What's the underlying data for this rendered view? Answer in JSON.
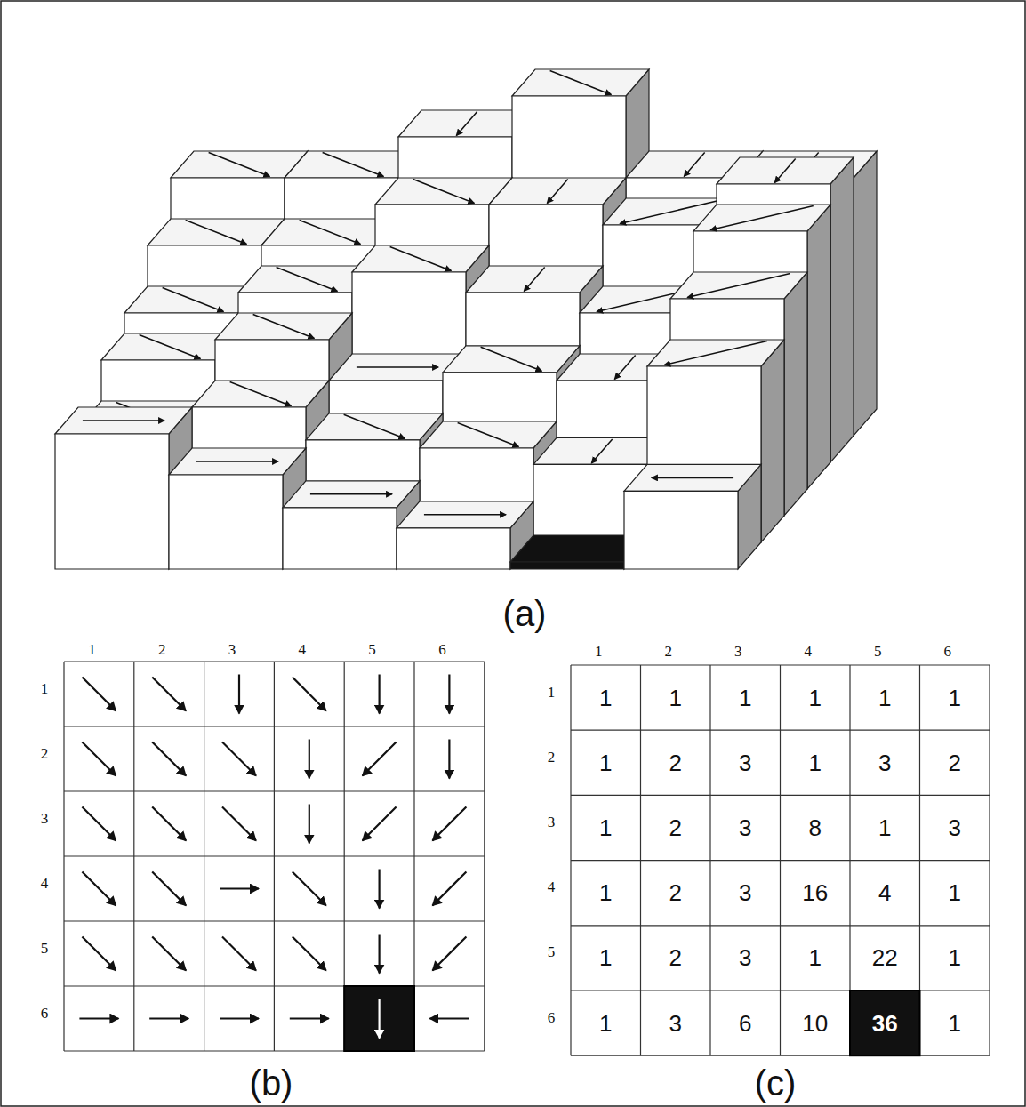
{
  "diagram": {
    "labels": [
      "(a)",
      "1",
      "2",
      "3",
      "4",
      "5",
      "6",
      "1",
      "2",
      "3",
      "4",
      "5",
      "6",
      "1",
      "2",
      "3",
      "4",
      "5",
      "6",
      "1",
      "2",
      "3",
      "4",
      "5",
      "6",
      "1",
      "1",
      "1",
      "1",
      "1",
      "1",
      "1",
      "2",
      "3",
      "1",
      "3",
      "2",
      "1",
      "2",
      "3",
      "8",
      "1",
      "3",
      "1",
      "2",
      "3",
      "16",
      "4",
      "1",
      "1",
      "2",
      "3",
      "1",
      "22",
      "1",
      "1",
      "3",
      "6",
      "10",
      "36",
      "1",
      "(b)",
      "(c)"
    ]
  }
}
